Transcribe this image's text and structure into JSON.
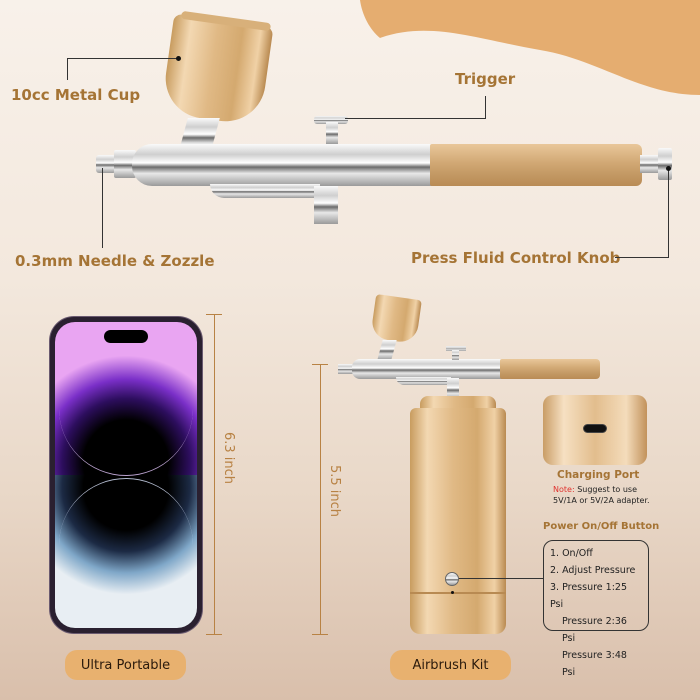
{
  "callouts": {
    "metal_cup": "10cc Metal Cup",
    "trigger": "Trigger",
    "needle": "0.3mm Needle & Zozzle",
    "fluid_knob": "Press Fluid Control Knob"
  },
  "phone": {
    "height_label": "6.3 inch",
    "caption": "Ultra Portable"
  },
  "airbrush_kit": {
    "height_label": "5.5 inch",
    "caption": "Airbrush Kit"
  },
  "charging_port": {
    "title": "Charging Port",
    "note_label": "Note:",
    "note_text_line1": "Suggest to use",
    "note_text_line2": "5V/1A or 5V/2A adapter."
  },
  "power_button": {
    "title": "Power On/Off Button",
    "items": [
      "1. On/Off",
      "2. Adjust Pressure",
      "3. Pressure 1:25 Psi",
      "Pressure 2:36 Psi",
      "Pressure 3:48 Psi"
    ]
  },
  "colors": {
    "accent_orange": "#e8b16f",
    "label_brown": "#a57435",
    "note_red": "#e0332f",
    "background": "#f3e8dd"
  }
}
